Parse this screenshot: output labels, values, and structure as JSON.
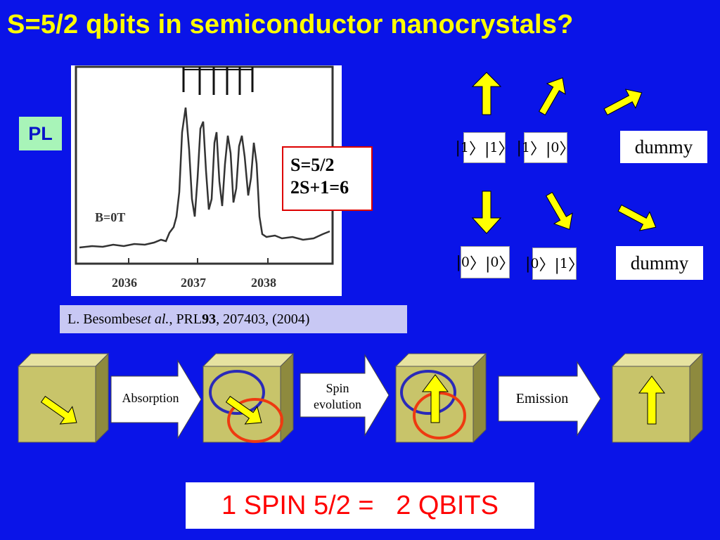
{
  "slide": {
    "title": "S=5/2 qbits in semiconductor nanocrystals?",
    "pl_badge": "PL",
    "spin_box": {
      "line1": "S=5/2",
      "line2": "2S+1=6"
    },
    "plot": {
      "field_label": "B=0T",
      "x_ticks": [
        "2036",
        "2037",
        "2038"
      ]
    },
    "citation": {
      "authors": "L. Besombes ",
      "etal": "et al.",
      "journal": ", PRL ",
      "volume": "93",
      "rest": ", 207403, (2004)"
    },
    "kets": {
      "k11": [
        "1",
        "1"
      ],
      "k10": [
        "1",
        "0"
      ],
      "k00": [
        "0",
        "0"
      ],
      "k01": [
        "0",
        "1"
      ]
    },
    "dummy_top": "dummy",
    "dummy_bottom": "dummy",
    "process": {
      "absorption": "Absorption",
      "spin_evolution_1": "Spin",
      "spin_evolution_2": "evolution",
      "emission": "Emission"
    },
    "bottom": "1 SPIN 5/2 =   2 QBITS",
    "colors": {
      "background": "#0a14e8",
      "title": "#ffff00",
      "arrow_fill": "#ffff00",
      "cube": "#c8c46a",
      "circle_blue": "#2a2ab8",
      "circle_red": "#ee3a10",
      "bottom_text": "#ff0000"
    }
  }
}
